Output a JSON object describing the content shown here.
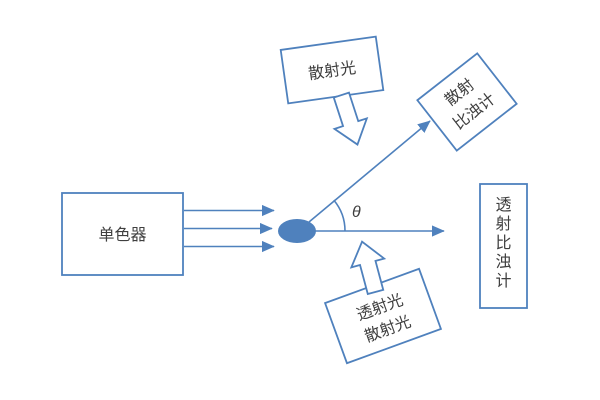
{
  "colors": {
    "accent": "#4f81bd",
    "text": "#3f3f3f",
    "background": "#ffffff"
  },
  "diagram": {
    "monochromator_label": "单色器",
    "angle_symbol": "θ",
    "scattered_light_callout_label": "散射光",
    "transmitted_scattered_callout_lines": [
      "透射光",
      "散射光"
    ],
    "scatter_nephelometer_lines": [
      "散射",
      "比浊计"
    ],
    "transmission_nephelometer_chars": [
      "透",
      "射",
      "比",
      "浊",
      "计"
    ]
  }
}
